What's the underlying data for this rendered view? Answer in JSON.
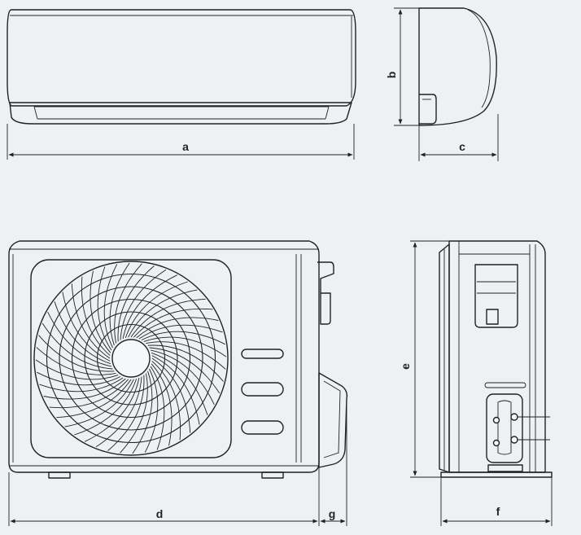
{
  "dimension_labels": {
    "a": "a",
    "b": "b",
    "c": "c",
    "d": "d",
    "e": "e",
    "f": "f",
    "g": "g"
  },
  "colors": {
    "background": "#eef0f1",
    "line": "#1f2328"
  },
  "fan": {
    "blade_count": 48,
    "ring_count": 5
  }
}
